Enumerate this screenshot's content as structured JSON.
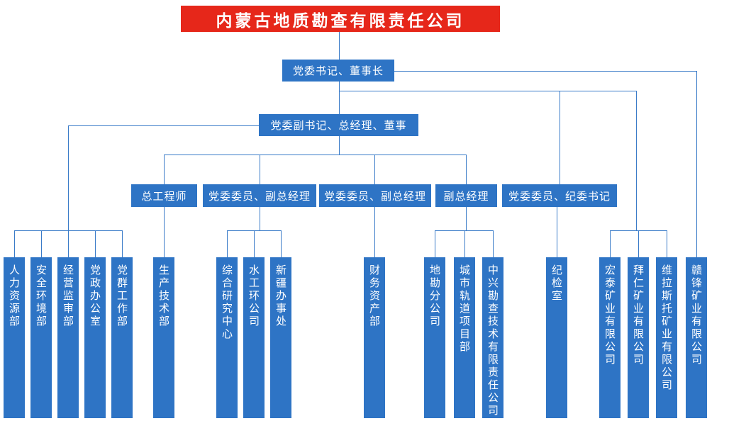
{
  "title": {
    "label": "内蒙古地质勘查有限责任公司"
  },
  "colors": {
    "banner_red": "#e6271a",
    "node_blue": "#2e74c5",
    "line_blue": "#3a7bc8",
    "text": "#ffffff",
    "background": "#ffffff"
  },
  "leaders": {
    "secretary_chairman": {
      "label": "党委书记、董事长"
    },
    "deputy_secretary_gm_director": {
      "label": "党委副书记、总经理、董事"
    },
    "chief_engineer": {
      "label": "总工程师"
    },
    "committee_member_deputy_gm_1": {
      "label": "党委委员、副总经理"
    },
    "committee_member_deputy_gm_2": {
      "label": "党委委员、副总经理"
    },
    "deputy_gm": {
      "label": "副总经理"
    },
    "committee_member_discipline_secretary": {
      "label": "党委委员、纪委书记"
    }
  },
  "departments": [
    {
      "label": "人力资源部"
    },
    {
      "label": "安全环境部"
    },
    {
      "label": "经营监审部"
    },
    {
      "label": "党政办公室"
    },
    {
      "label": "党群工作部"
    },
    {
      "label": "生产技术部"
    },
    {
      "label": "综合研究中心"
    },
    {
      "label": "水工环公司"
    },
    {
      "label": "新疆办事处"
    },
    {
      "label": "财务资产部"
    },
    {
      "label": "地勘分公司"
    },
    {
      "label": "城市轨道项目部"
    },
    {
      "label": "中兴勘查技术有限责任公司"
    },
    {
      "label": "纪检室"
    },
    {
      "label": "宏泰矿业有限公司"
    },
    {
      "label": "拜仁矿业有限公司"
    },
    {
      "label": "维拉斯托矿业有限公司"
    },
    {
      "label": "赣锋矿业有限公司"
    }
  ]
}
